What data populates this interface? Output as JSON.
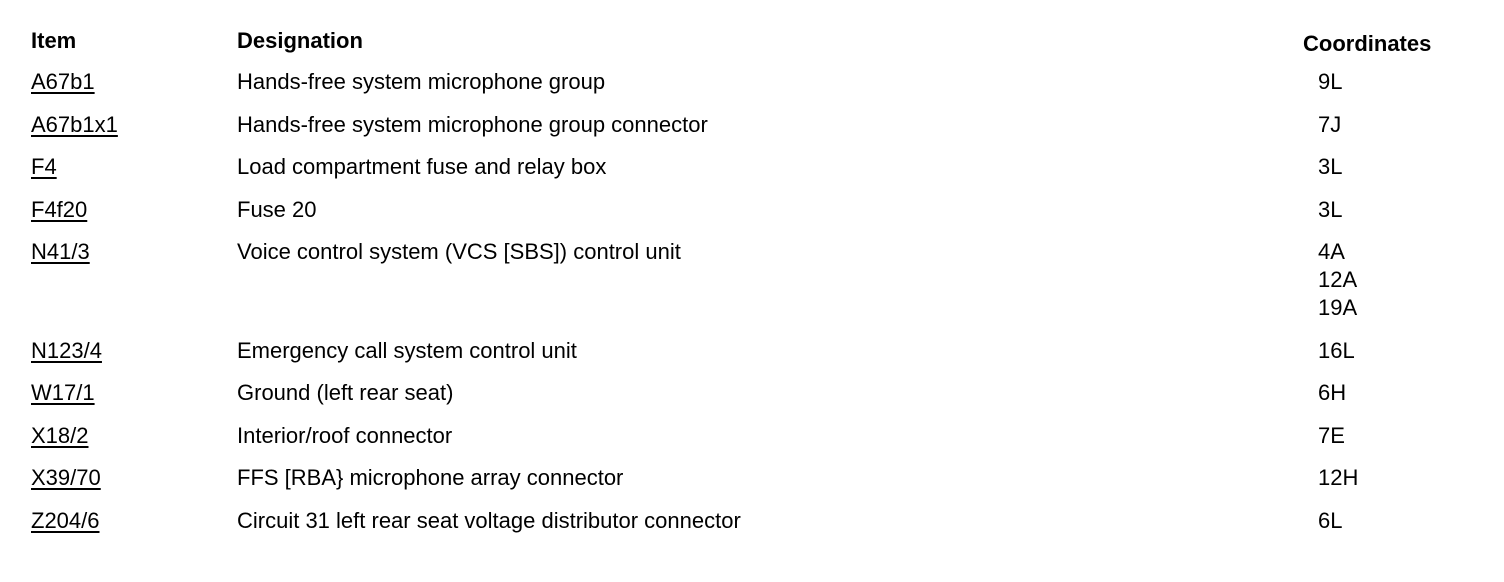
{
  "headers": {
    "item": "Item",
    "designation": "Designation",
    "coordinates": "Coordinates"
  },
  "rows": [
    {
      "item": "A67b1",
      "designation": "Hands-free system microphone group",
      "coords": [
        "9L"
      ]
    },
    {
      "item": "A67b1x1",
      "designation": "Hands-free system microphone group connector",
      "coords": [
        "7J"
      ]
    },
    {
      "item": "F4",
      "designation": "Load compartment fuse and relay box",
      "coords": [
        "3L"
      ]
    },
    {
      "item": "F4f20",
      "designation": "Fuse 20",
      "coords": [
        "3L"
      ]
    },
    {
      "item": "N41/3",
      "designation": "Voice control system (VCS [SBS]) control unit",
      "coords": [
        "4A",
        "12A",
        "19A"
      ]
    },
    {
      "item": "N123/4",
      "designation": "Emergency call system control unit",
      "coords": [
        "16L"
      ]
    },
    {
      "item": "W17/1",
      "designation": "Ground (left rear seat)",
      "coords": [
        "6H"
      ]
    },
    {
      "item": "X18/2",
      "designation": "Interior/roof connector",
      "coords": [
        "7E"
      ]
    },
    {
      "item": "X39/70",
      "designation": "FFS [RBA} microphone array connector",
      "coords": [
        "12H"
      ]
    },
    {
      "item": "Z204/6",
      "designation": "Circuit 31 left rear seat voltage distributor connector",
      "coords": [
        "6L"
      ]
    }
  ]
}
